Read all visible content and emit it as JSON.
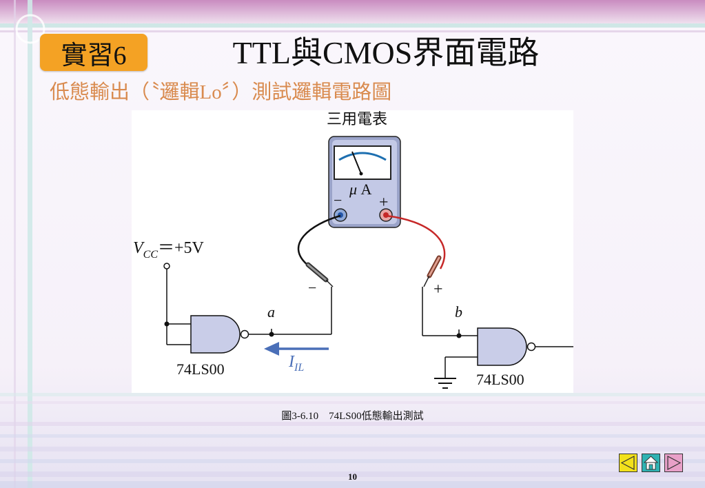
{
  "slide": {
    "badge": "實習6",
    "title": "TTL與CMOS界面電路",
    "subtitle": "低態輸出（〝邏輯Lo〞）測試邏輯電路圖",
    "caption": "圖3-6.10    74LS00低態輸出測試",
    "page_number": "10"
  },
  "figure": {
    "meter_label": "三用電表",
    "meter_unit_mu": "μ",
    "meter_unit_a": "A",
    "meter_minus": "−",
    "meter_plus": "+",
    "vcc_symbol": "V",
    "vcc_subscript": "CC",
    "vcc_value": "＝+5V",
    "node_a": "a",
    "node_b": "b",
    "probe_minus": "−",
    "probe_plus": "+",
    "current_symbol": "I",
    "current_subscript": "IL",
    "chip_left": "74LS00",
    "chip_right": "74LS00"
  },
  "nav": {
    "prev_icon": "left-triangle-icon",
    "home_icon": "home-icon",
    "next_icon": "right-triangle-icon"
  },
  "colors": {
    "badge": "#f4a224",
    "subtitle": "#d98b4f",
    "gate_fill": "#c9cde8",
    "current_arrow": "#4a6fb8",
    "meter_body": "#b9c0de",
    "probe_red": "#c62828",
    "nav_yellow": "#f2e11c",
    "nav_teal": "#2fb3b3",
    "nav_pink": "#e8a0c8"
  }
}
